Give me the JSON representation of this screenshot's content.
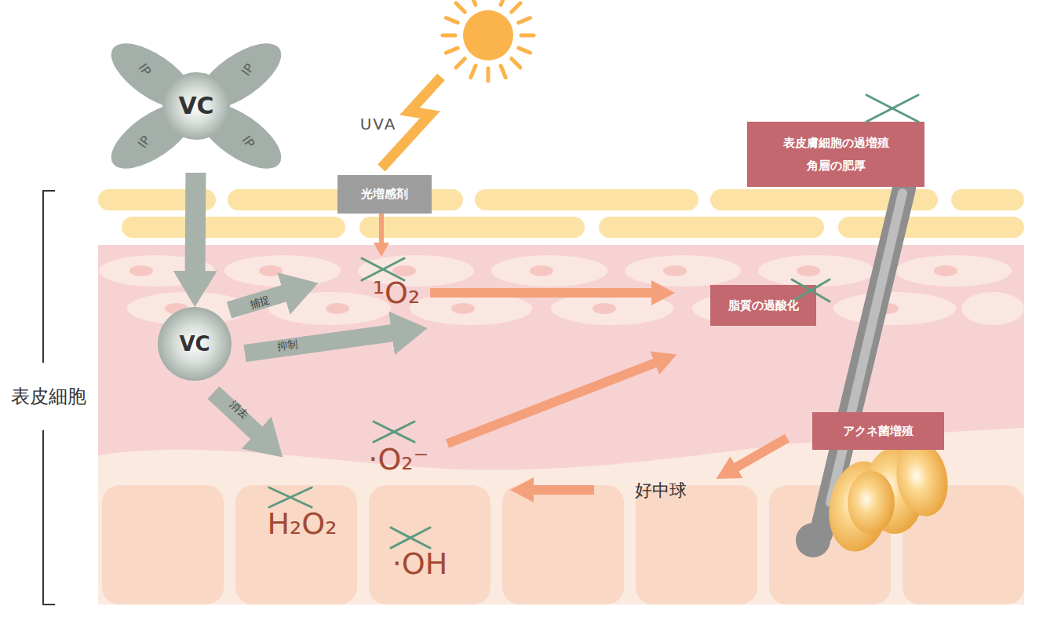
{
  "diagram": {
    "nodes": [
      {
        "text": [
          "IP",
          "IP",
          "VC",
          "IP",
          "IP"
        ]
      },
      {
        "text": [
          "光増感剤"
        ]
      },
      {
        "text": [
          "表皮膚細胞の過増殖 角層の肥厚"
        ]
      },
      {
        "text": [
          "脂質の過酸化"
        ]
      },
      {
        "text": [
          "VC"
        ]
      },
      {
        "text": [
          "アクネ菌増殖"
        ]
      }
    ],
    "edges": [
      {
        "from": 0,
        "to": 4,
        "arrow": "to"
      }
    ],
    "labels": [
      "UVA",
      "¹O₂",
      "捕捉",
      "抑制",
      "消去",
      "·O₂⁻",
      "H₂O₂",
      "·OH",
      "好中球",
      "表皮細胞"
    ]
  }
}
